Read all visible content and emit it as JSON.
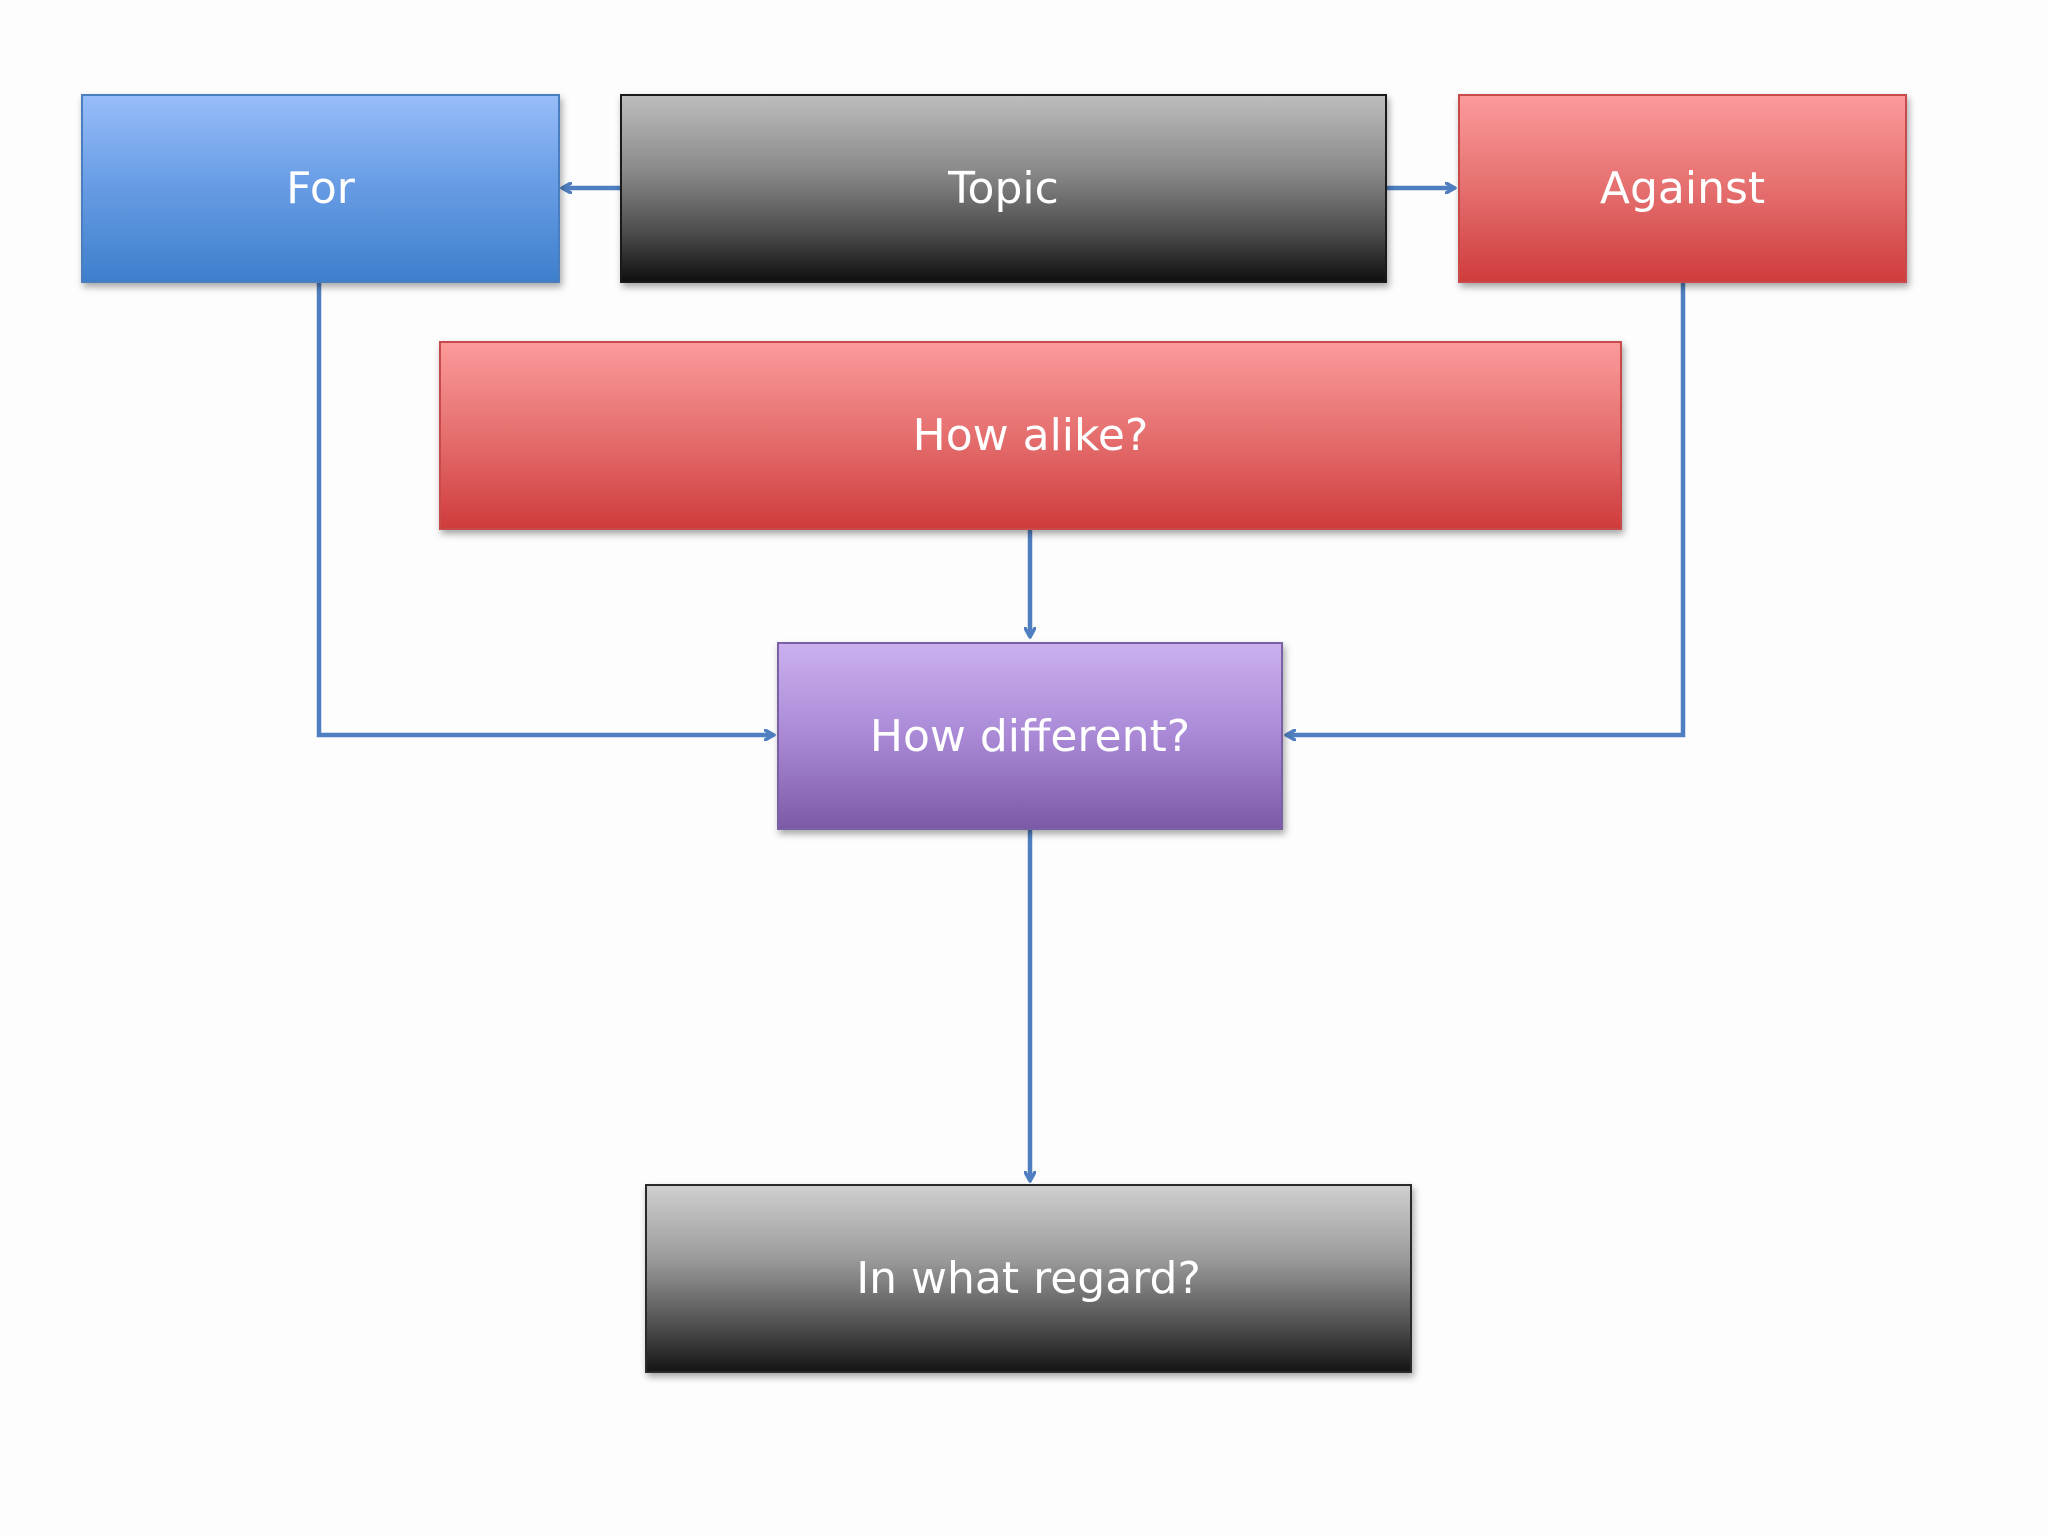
{
  "nodes": {
    "for": "For",
    "topic": "Topic",
    "against": "Against",
    "how_alike": "How alike?",
    "how_different": "How different?",
    "in_what_regard": "In what regard?"
  },
  "colors": {
    "connector": "#4f7fc0",
    "for_fill": "#6a9ee6",
    "topic_fill": "#5a5a5a",
    "against_fill": "#e56f6f",
    "how_alike_fill": "#e56f6f",
    "how_different_fill": "#a989d6",
    "in_what_regard_fill": "#5a5a5a"
  },
  "connections": [
    {
      "from": "Topic",
      "to": "For"
    },
    {
      "from": "Topic",
      "to": "Against"
    },
    {
      "from": "How alike?",
      "to": "How different?"
    },
    {
      "from": "For",
      "to": "How different?"
    },
    {
      "from": "Against",
      "to": "How different?"
    },
    {
      "from": "How different?",
      "to": "In what regard?"
    }
  ]
}
